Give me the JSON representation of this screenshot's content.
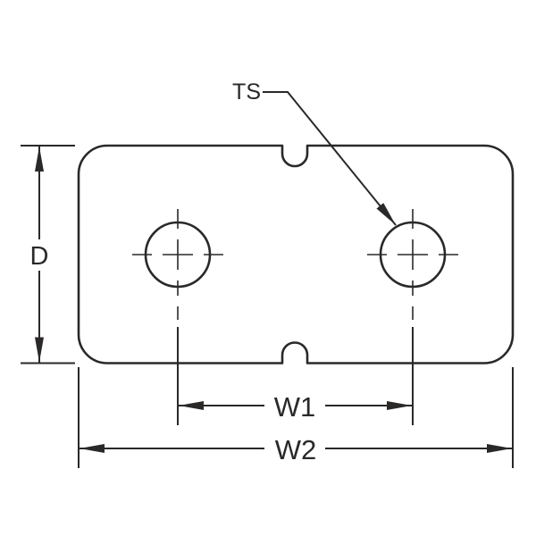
{
  "diagram": {
    "labels": {
      "depth": "D",
      "leader": "TS",
      "hole_spacing": "W1",
      "overall_width": "W2"
    },
    "colors": {
      "line": "#2b2828",
      "background": "#ffffff"
    }
  }
}
